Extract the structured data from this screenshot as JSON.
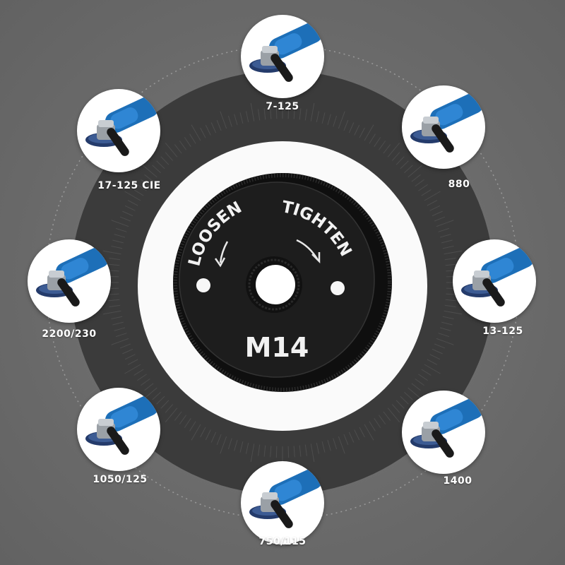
{
  "nut": {
    "left_label": "LOOSEN",
    "right_label": "TIGHTEN",
    "size_label": "M14",
    "icon": "lock-nut"
  },
  "colors": {
    "background": "#6b6b6b",
    "ring": "#3a3a3a",
    "tool_blue": "#1d6fb8",
    "nut_black": "#1b1b1b"
  },
  "models": [
    {
      "label": "7-125"
    },
    {
      "label": "880"
    },
    {
      "label": "13-125"
    },
    {
      "label": "1400"
    },
    {
      "label": "750/115"
    },
    {
      "label": "1050/125"
    },
    {
      "label": "2200/230"
    },
    {
      "label": "17-125 CIE"
    }
  ]
}
